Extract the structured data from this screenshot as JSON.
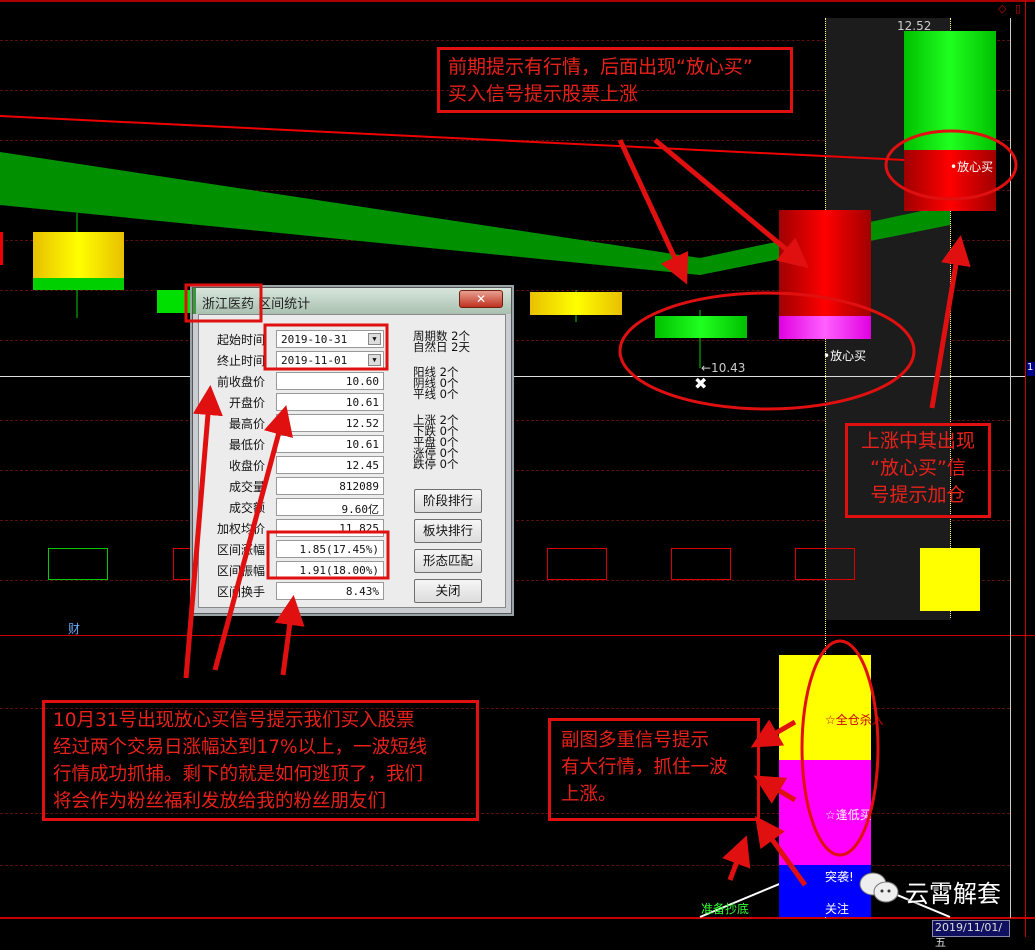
{
  "chart": {
    "price_high_label": "12.52",
    "price_low_label": "←10.43",
    "signal_buy": "•放心买",
    "signal_buy_2": "•放心买",
    "cai_marker": "财",
    "axis_marker": "1",
    "date_readout": "2019/11/01/五",
    "sub_signals": {
      "full_position": "☆全仓杀入",
      "buy_dip": "☆逢低买",
      "breakout": "突袭!",
      "watch": "关注",
      "prepare_bottom": "准备抄底"
    },
    "colors": {
      "up": "#e00000",
      "down": "#00e000",
      "signal_yellow": "#ffff00",
      "signal_magenta": "#ff00ff",
      "signal_blue": "#0000ff"
    }
  },
  "dialog": {
    "title_stock": "浙江医药",
    "title": "区间统计",
    "close_icon": "close-icon",
    "start_label": "起始时间",
    "start_value": "2019-10-31",
    "end_label": "终止时间",
    "end_value": "2019-11-01",
    "rows": [
      {
        "label": "前收盘价",
        "value": "10.60"
      },
      {
        "label": "开盘价",
        "value": "10.61"
      },
      {
        "label": "最高价",
        "value": "12.52"
      },
      {
        "label": "最低价",
        "value": "10.61"
      },
      {
        "label": "收盘价",
        "value": "12.45"
      },
      {
        "label": "成交量",
        "value": "812089"
      },
      {
        "label": "成交额",
        "value": "9.60亿"
      },
      {
        "label": "加权均价",
        "value": "11.825"
      },
      {
        "label": "区间涨幅",
        "value": "1.85(17.45%)"
      },
      {
        "label": "区间振幅",
        "value": "1.91(18.00%)"
      },
      {
        "label": "区间换手",
        "value": "8.43%"
      }
    ],
    "stats": {
      "periods": "周期数 2个",
      "natural_days": "自然日 2天",
      "yang": "阳线 2个",
      "yin": "阴线 0个",
      "flat_line": "平线 0个",
      "up": "上涨 2个",
      "down": "下跌 0个",
      "flat": "平盘 0个",
      "limit_up": "涨停 0个",
      "limit_down": "跌停 0个"
    },
    "buttons": {
      "stage_rank": "阶段排行",
      "sector_rank": "板块排行",
      "pattern_match": "形态匹配",
      "close": "关闭"
    }
  },
  "annotations": {
    "top": [
      "前期提示有行情，后面出现“放心买”",
      "买入信号提示股票上涨"
    ],
    "right": [
      "上涨中其出现",
      "“放心买”信",
      "号提示加仓"
    ],
    "bottom_left": [
      "10月31号出现放心买信号提示我们买入股票",
      "经过两个交易日涨幅达到17%以上，一波短线",
      "行情成功抓捕。剩下的就是如何逃顶了，我们",
      "将会作为粉丝福利发放给我的粉丝朋友们"
    ],
    "bottom_mid": [
      "副图多重信号提示",
      "有大行情，抓住一波",
      "上涨。"
    ]
  },
  "watermark": "云霄解套"
}
